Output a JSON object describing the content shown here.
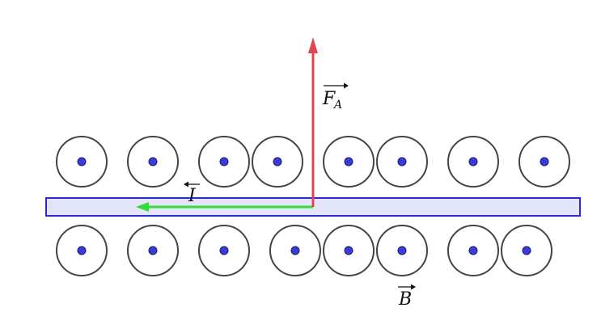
{
  "labels": {
    "force": {
      "main": "F",
      "sub": "A"
    },
    "current": {
      "main": "I"
    },
    "field": {
      "main": "B"
    }
  },
  "colors": {
    "conductor_fill": "#e4e4fa",
    "conductor_stroke": "#2a2ad6",
    "force_arrow": "#e0474c",
    "current_arrow": "#33dd33",
    "field_circle_stroke": "#444444",
    "field_dot": "#3b3bdc"
  },
  "icons": {
    "field_symbol": "field-out-of-page-icon"
  }
}
